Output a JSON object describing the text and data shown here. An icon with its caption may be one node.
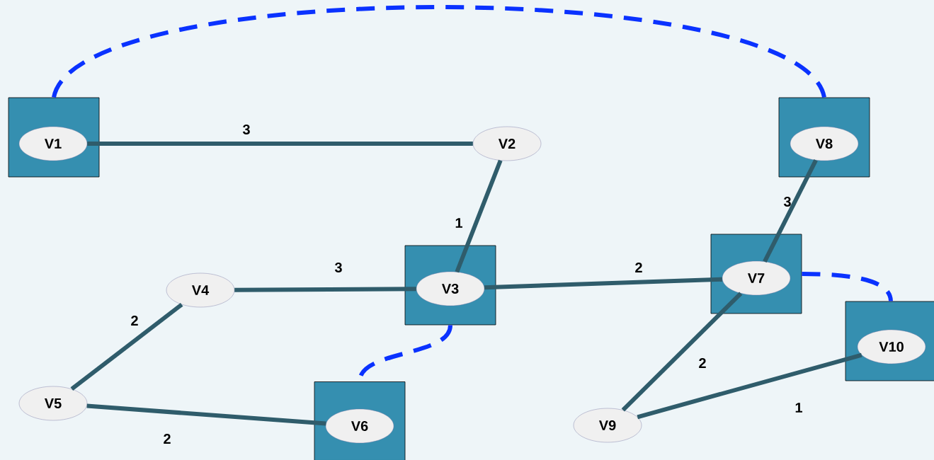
{
  "diagram": {
    "nodes": [
      {
        "text": [],
        "shape": "box"
      },
      {
        "text": [
          "V1"
        ],
        "in": 0
      },
      {
        "text": [
          "V2"
        ]
      },
      {
        "text": [],
        "shape": "box"
      },
      {
        "text": [
          "V8"
        ],
        "in": 3
      },
      {
        "text": [],
        "shape": "box"
      },
      {
        "text": [
          "V3"
        ],
        "in": 5
      },
      {
        "text": [
          "V4"
        ]
      },
      {
        "text": [],
        "shape": "box"
      },
      {
        "text": [
          "V7"
        ],
        "in": 8
      },
      {
        "text": [],
        "shape": "box"
      },
      {
        "text": [
          "V10"
        ],
        "in": 10
      },
      {
        "text": [
          "V5"
        ]
      },
      {
        "text": [],
        "shape": "box"
      },
      {
        "text": [
          "V6"
        ],
        "in": 13
      },
      {
        "text": [
          "V9"
        ]
      }
    ],
    "edges": [
      {
        "from": 1,
        "to": 2,
        "arrow": "none",
        "label": "3"
      },
      {
        "from": 2,
        "to": 6,
        "arrow": "none",
        "label": "1"
      },
      {
        "from": 7,
        "to": 6,
        "arrow": "none",
        "label": "3"
      },
      {
        "from": 6,
        "to": 9,
        "arrow": "none",
        "label": "2"
      },
      {
        "from": 4,
        "to": 9,
        "arrow": "none",
        "label": "3"
      },
      {
        "from": 7,
        "to": 12,
        "arrow": "none",
        "label": "2"
      },
      {
        "from": 12,
        "to": 14,
        "arrow": "none",
        "label": "2"
      },
      {
        "from": 9,
        "to": 15,
        "arrow": "none",
        "label": "2"
      },
      {
        "from": 15,
        "to": 11,
        "arrow": "none",
        "label": "1"
      },
      {
        "from": 0,
        "to": 3,
        "arrow": "none",
        "style": "dashed",
        "color": "#0a32ff"
      },
      {
        "from": 5,
        "to": 13,
        "arrow": "none",
        "style": "dashed",
        "color": "#0a32ff"
      },
      {
        "from": 8,
        "to": 10,
        "arrow": "none",
        "style": "dashed",
        "color": "#0a32ff"
      }
    ]
  }
}
